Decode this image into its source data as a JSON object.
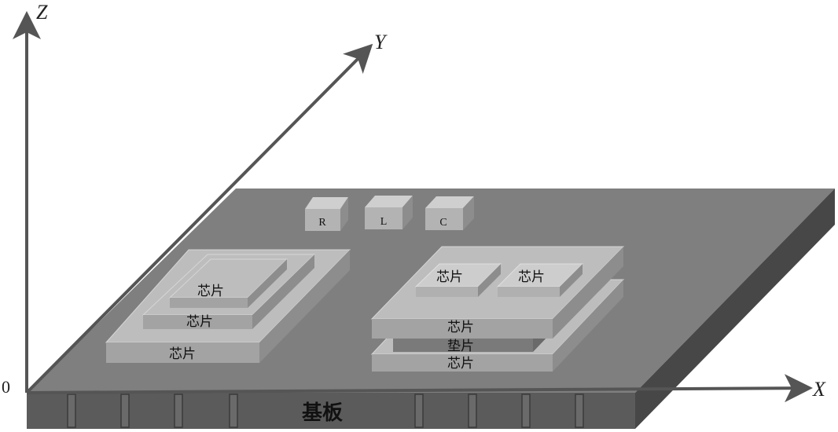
{
  "axes": {
    "x": "X",
    "y": "Y",
    "z": "Z",
    "origin": "0"
  },
  "substrate": {
    "label": "基板"
  },
  "passives": [
    "R",
    "L",
    "C"
  ],
  "left_stack": {
    "top": "芯片",
    "middle": "芯片",
    "bottom": "芯片"
  },
  "right_stack": {
    "top_left": "芯片",
    "top_right": "芯片",
    "upper": "芯片",
    "spacer": "垫片",
    "lower": "芯片"
  },
  "colors": {
    "board_top": "#7f7f7f",
    "board_front": "#5b5b5b",
    "board_side": "#474747",
    "chip_top": "#bdbdbd",
    "chip_front": "#a3a3a3",
    "chip_side": "#8d8d8d",
    "axis": "#555555"
  }
}
